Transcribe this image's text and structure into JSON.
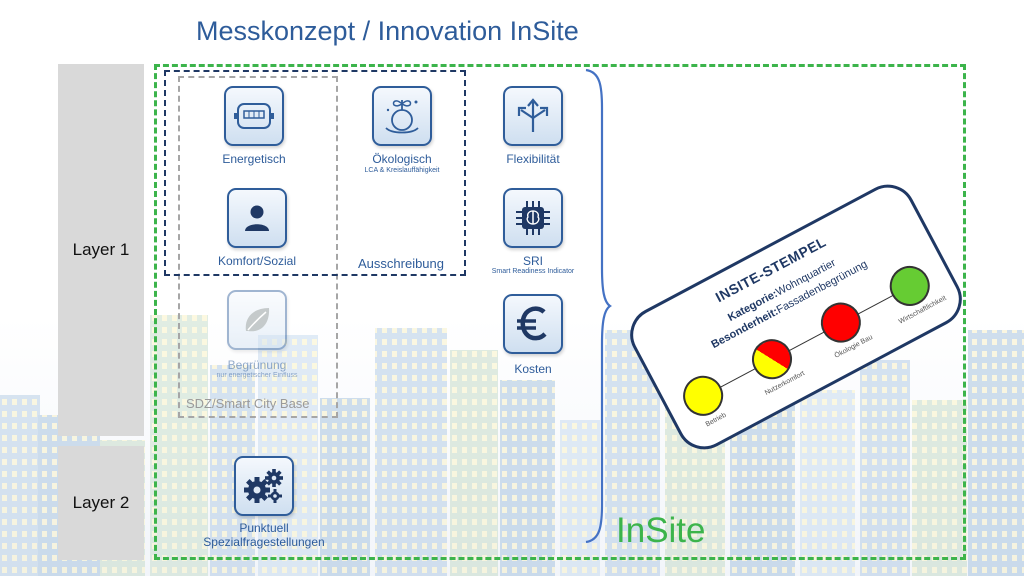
{
  "title": "Messkonzept / Innovation InSite",
  "layers": [
    "Layer 1",
    "Layer 2"
  ],
  "tiles": {
    "energetisch": {
      "label": "Energetisch",
      "icon": "energy-meter-icon"
    },
    "oekologisch": {
      "label": "Ökologisch",
      "sub": "LCA & Kreislauffähigkeit",
      "icon": "plant-globe-icon"
    },
    "flexibilitaet": {
      "label": "Flexibilität",
      "icon": "three-arrows-icon"
    },
    "komfort": {
      "label": "Komfort/Sozial",
      "icon": "person-icon"
    },
    "sri": {
      "label": "SRI",
      "sub": "Smart Readiness Indicator",
      "icon": "chip-brain-icon"
    },
    "begruenung": {
      "label": "Begrünung",
      "sub": "nur energetischer Einfluss",
      "icon": "leaf-icon"
    },
    "kosten": {
      "label": "Kosten",
      "icon": "euro-icon"
    },
    "punktuell": {
      "label": "Punktuell",
      "label2": "Spezialfragestellungen",
      "icon": "gears-icon"
    }
  },
  "boxes": {
    "ausschreibung": "Ausschreibung",
    "sdz": "SDZ/Smart City Base",
    "insite": "InSite"
  },
  "stamp": {
    "title": "INSITE-STEMPEL",
    "kategorie_key": "Kategorie:",
    "kategorie_val": "Wohnquartier",
    "besonderheit_key": "Besonderheit:",
    "besonderheit_val": "Fassadenbegrünung",
    "indicators": [
      {
        "label": "Betrieb",
        "color": "#ffff00"
      },
      {
        "label": "Nutzerkomfort",
        "color": "#ffff00",
        "color2": "#ff0000"
      },
      {
        "label": "Ökologie Bau",
        "color": "#ff0000"
      },
      {
        "label": "Wirtschaftlichkeit",
        "color": "#66cc33"
      }
    ]
  },
  "colors": {
    "accent": "#2e5c9a",
    "green": "#3cb44b",
    "navy": "#1f3864"
  }
}
